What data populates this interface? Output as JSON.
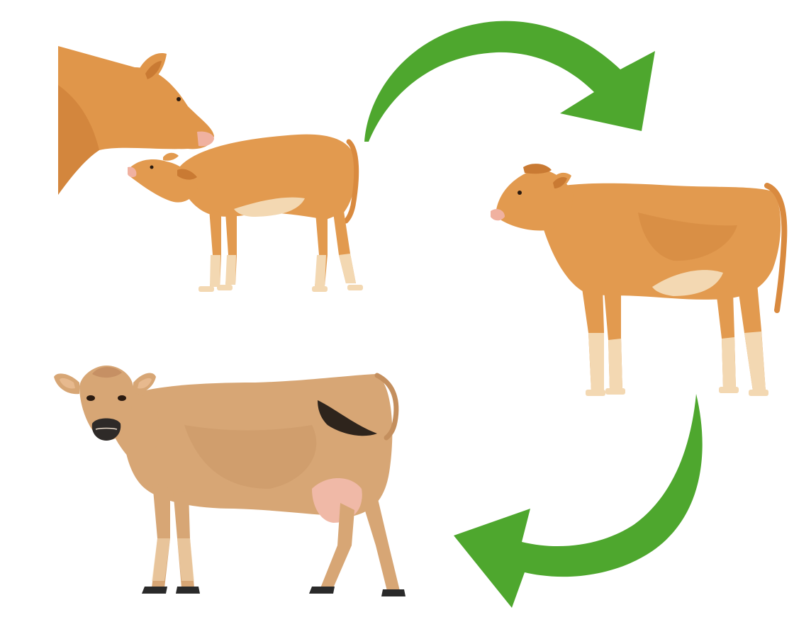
{
  "diagram": {
    "type": "life-cycle",
    "stages": [
      {
        "id": "cow-with-newborn-calf",
        "icon": "cow-nursing-calf-icon"
      },
      {
        "id": "growing-calf",
        "icon": "calf-icon"
      },
      {
        "id": "adult-dairy-cow",
        "icon": "dairy-cow-icon"
      }
    ],
    "arrows": [
      {
        "from": "cow-with-newborn-calf",
        "to": "growing-calf",
        "direction": "clockwise"
      },
      {
        "from": "growing-calf",
        "to": "adult-dairy-cow",
        "direction": "clockwise"
      }
    ]
  },
  "colors": {
    "background": "#ffffff",
    "arrow": "#4ea72e",
    "cow_body": "#e0964a",
    "cow_shade": "#c97a33",
    "calf_body": "#e29a4f",
    "pale_patch": "#f3d8b2",
    "dairy_cow_body": "#d7a675",
    "dairy_cow_shade": "#c48f5e",
    "hoof": "#2a2a2a",
    "udder": "#f0b9a7"
  }
}
